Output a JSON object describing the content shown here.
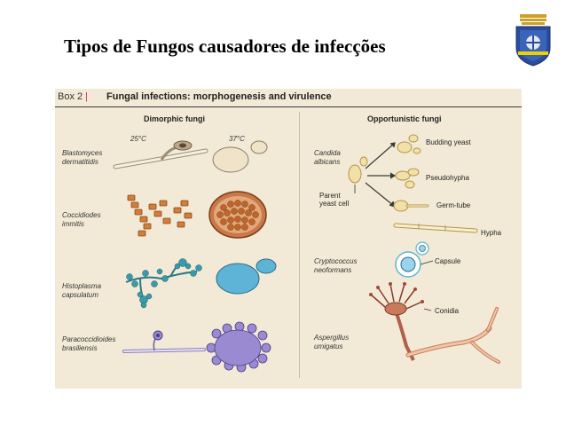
{
  "slide": {
    "title": "Tipos de Fungos causadores de infecções"
  },
  "box": {
    "label": "Box 2",
    "separator": "|",
    "title": "Fungal infections: morphogenesis and virulence"
  },
  "dimorphic": {
    "title": "Dimorphic fungi",
    "temp_low": "25°C",
    "temp_high": "37°C",
    "species": [
      {
        "line1": "Blastomyces",
        "line2": "dermatitidis"
      },
      {
        "line1": "Coccidiodes",
        "line2": "immitis"
      },
      {
        "line1": "Histoplasma",
        "line2": "capsulatum"
      },
      {
        "line1": "Paracoccidioides",
        "line2": "brasiliensis"
      }
    ]
  },
  "opportunistic": {
    "title": "Opportunistic fungi",
    "species": [
      {
        "line1": "Candida",
        "line2": "albicans"
      },
      {
        "line1": "Cryptococcus",
        "line2": "neoformans"
      },
      {
        "line1": "Aspergillus",
        "line2": "umigatus"
      }
    ],
    "labels": {
      "parent_line1": "Parent",
      "parent_line2": "yeast cell",
      "budding": "Budding yeast",
      "pseudohypha": "Pseudohypha",
      "germtube": "Germ-tube",
      "hypha": "Hypha",
      "capsule": "Capsule",
      "conidia": "Conidia"
    }
  },
  "colors": {
    "panel_bg": "#f2ead6",
    "yeast": "#f3dfa8",
    "coccidioides": "#d27d3a",
    "histoplasma_mold": "#3a9aa8",
    "histoplasma_yeast": "#5eb4d6",
    "paracoccidioides": "#9a8ad2",
    "aspergillus": "#c97a5a",
    "capsule": "#5eb4d6"
  }
}
